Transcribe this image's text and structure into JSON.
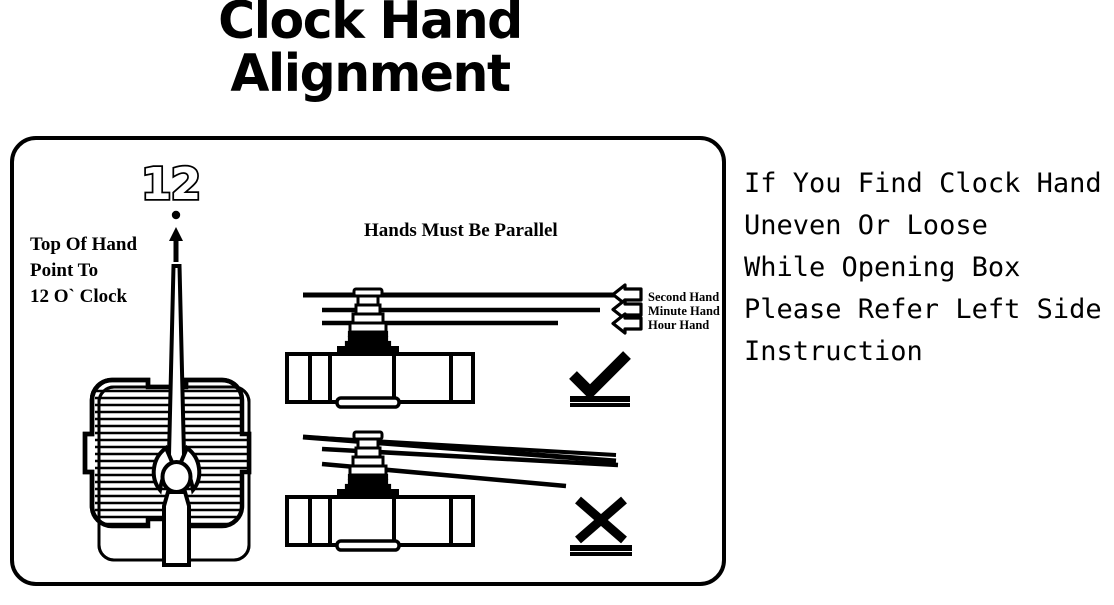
{
  "title": {
    "line1": "Clock Hand",
    "line2": "Alignment"
  },
  "panel": {
    "left_label": {
      "line1": "Top Of Hand",
      "line2": "Point To",
      "line3": "12 O` Clock"
    },
    "twelve_marker": "12",
    "parallel_heading": "Hands Must Be Parallel",
    "hand_labels": [
      {
        "id": "second",
        "text": "Second Hand"
      },
      {
        "id": "minute",
        "text": "Minute Hand"
      },
      {
        "id": "hour",
        "text": "Hour Hand"
      }
    ],
    "verdicts": [
      {
        "id": "correct",
        "icon": "check-mark-icon"
      },
      {
        "id": "incorrect",
        "icon": "cross-mark-icon"
      }
    ],
    "diagrams": [
      {
        "id": "correct-diagram",
        "name": "clock-movement-side-view-parallel-hands"
      },
      {
        "id": "incorrect-diagram",
        "name": "clock-movement-side-view-splayed-hands"
      },
      {
        "id": "front-view",
        "name": "clock-movement-front-view-with-hand"
      }
    ]
  },
  "right_instructions": [
    "If You Find Clock Hand",
    "Uneven Or Loose",
    "While Opening Box",
    "Please Refer Left Side",
    "Instruction"
  ],
  "colors": {
    "ink": "#000000",
    "background": "#ffffff"
  }
}
